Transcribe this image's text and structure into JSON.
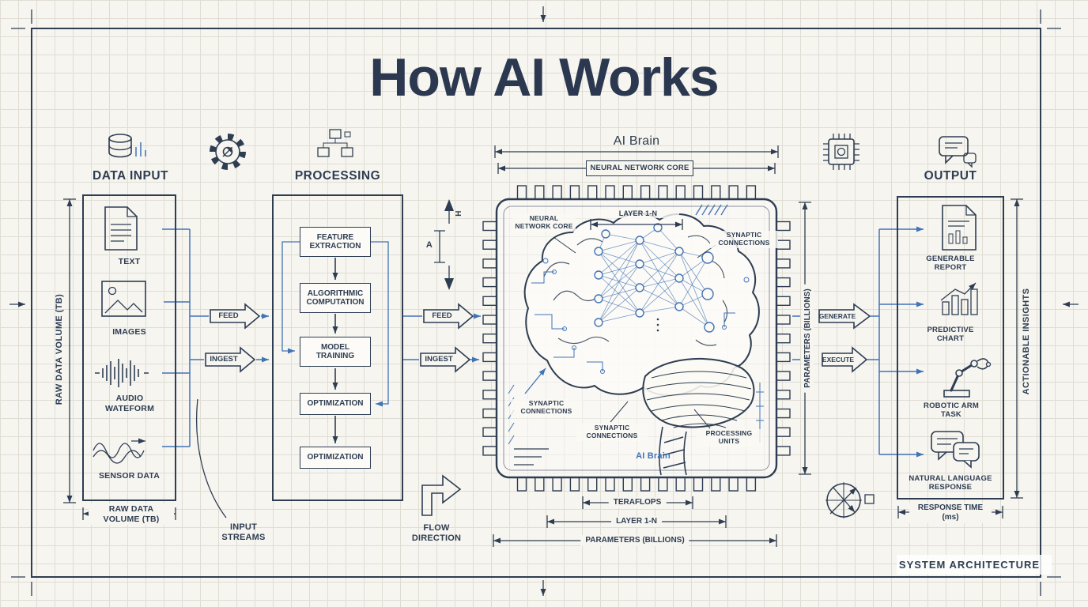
{
  "colors": {
    "paper": "#f6f5f0",
    "grid": "#dfddd3",
    "navy": "#2e3d52",
    "blue": "#4273b5",
    "title": "#2b3850"
  },
  "title": "How AI Works",
  "data_input": {
    "header": "DATA INPUT",
    "icon": "database-icon",
    "items": [
      {
        "icon": "document-icon",
        "label": "TEXT"
      },
      {
        "icon": "image-icon",
        "label": "IMAGES"
      },
      {
        "icon": "waveform-icon",
        "label": "AUDIO WATEFORM"
      },
      {
        "icon": "sensor-icon",
        "label": "SENSOR DATA"
      }
    ],
    "bottom_dimension": "RAW DATA VOLUME (TB)",
    "side_dimension": "RAW DATA VOLUME (TB)",
    "leader_label": "INPUT STREAMS"
  },
  "processing": {
    "header": "PROCESSING",
    "icon": "gear-icon",
    "flow_icon": "flowchart-icon",
    "steps": [
      {
        "label": "FEATURE EXTRACTION"
      },
      {
        "label": "ALGORITHMIC COMPUTATION"
      },
      {
        "label": "MODEL TRAINING"
      },
      {
        "label": "OPTIMIZATION"
      },
      {
        "label": "OPTIMIZATION"
      }
    ]
  },
  "flow": {
    "feed_left": "FEED",
    "ingest_left": "INGEST",
    "feed_mid": "FEED",
    "ingest_mid": "INGEST",
    "generate": "GENERATE",
    "execute": "EXECUTE",
    "flow_direction": "FLOW DIRECTION",
    "height_mark": "H",
    "area_mark": "A"
  },
  "ai_brain": {
    "title": "AI Brain",
    "top_dimension": "NEURAL NETWORK CORE",
    "core_label": "NEURAL NETWORK CORE",
    "layer_label": "LAYER 1-N",
    "synaptic_top_right": "SYNAPTIC CONNECTIONS",
    "synaptic_left": "SYNAPTIC CONNECTIONS",
    "synaptic_bottom": "SYNAPTIC CONNECTIONS",
    "processing_units": "PROCESSING UNITS",
    "caption": "AI Brain",
    "dim_teraflops": "TERAFLOPS",
    "dim_layers": "LAYER 1-N",
    "dim_parameters": "PARAMETERS (BILLIONS)",
    "side_parameters": "PARAMETERS (BILLIONS)",
    "chip_icon": "chip-icon",
    "compass_icon": "compass-icon"
  },
  "output": {
    "header": "OUTPUT",
    "icon": "chat-icon",
    "items": [
      {
        "icon": "report-icon",
        "label": "GENERABLE REPORT"
      },
      {
        "icon": "chart-icon",
        "label": "PREDICTIVE CHART"
      },
      {
        "icon": "robot-arm-icon",
        "label": "ROBOTIC ARM TASK"
      },
      {
        "icon": "speech-bubbles-icon",
        "label": "NATURAL LANGUAGE RESPONSE"
      }
    ],
    "bottom_dimension": "RESPONSE TIME (ms)",
    "side_dimension": "ACTIONABLE INSIGHTS"
  },
  "footer": {
    "system_architecture": "SYSTEM ARCHITECTURE"
  }
}
